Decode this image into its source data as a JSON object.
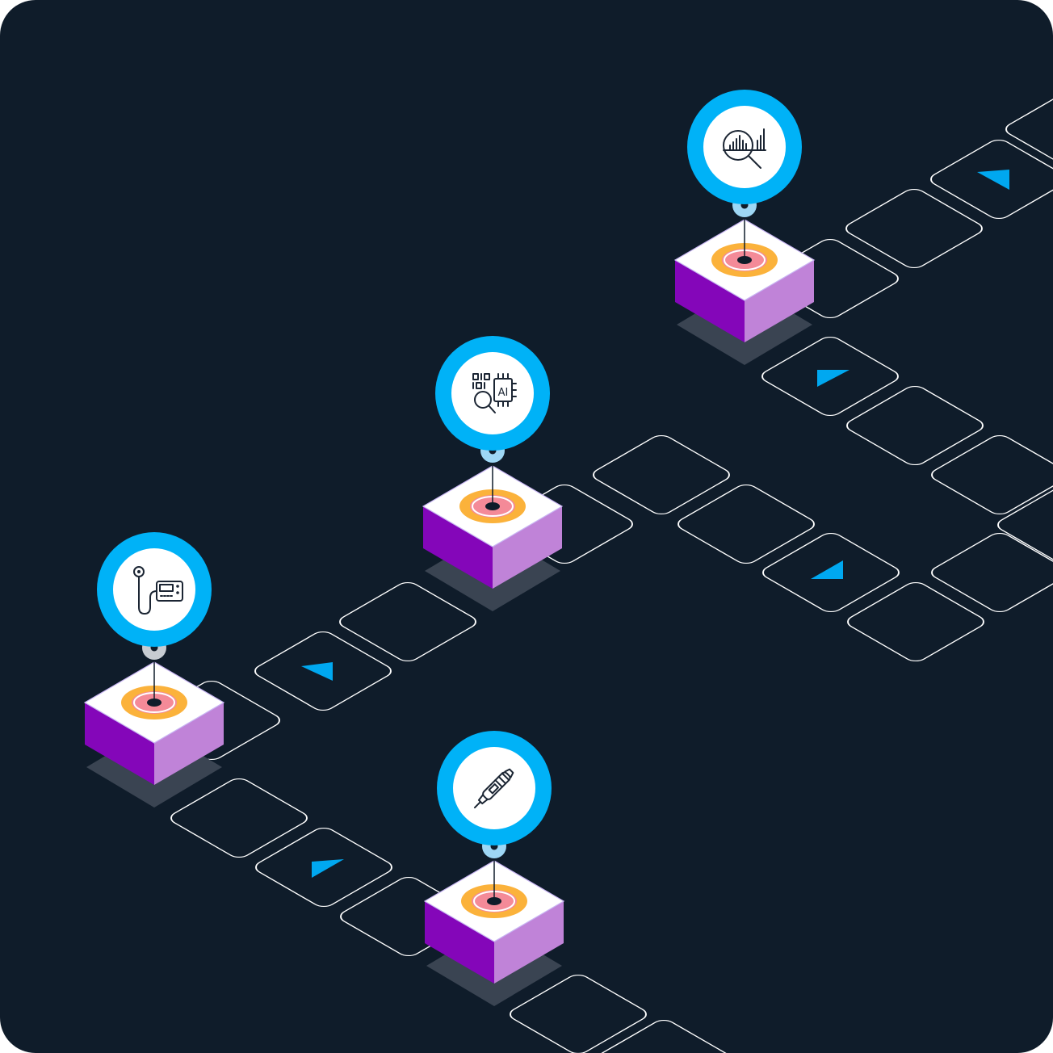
{
  "diagram": {
    "background": "#0f1c2a",
    "tile_stroke": "#ffffff",
    "arrow_color": "#00a8f0",
    "cube_colors": {
      "top": "#ffffff",
      "left": "#8406b9",
      "right": "#c083d8",
      "ring_outer": "#fbb23b",
      "ring_inner": "#f48a98"
    },
    "pin_color": "#00b2f7",
    "nodes": [
      {
        "id": "node-1",
        "icon": "sensor-monitor-icon",
        "icon_text": "",
        "knob_style": "grey"
      },
      {
        "id": "node-2",
        "icon": "ai-chip-search-icon",
        "icon_text": "AI",
        "knob_style": "blue"
      },
      {
        "id": "node-3",
        "icon": "data-analysis-magnifier-icon",
        "icon_text": "",
        "knob_style": "blue"
      },
      {
        "id": "node-4",
        "icon": "insulin-pen-icon",
        "icon_text": "",
        "knob_style": "blue"
      }
    ]
  }
}
